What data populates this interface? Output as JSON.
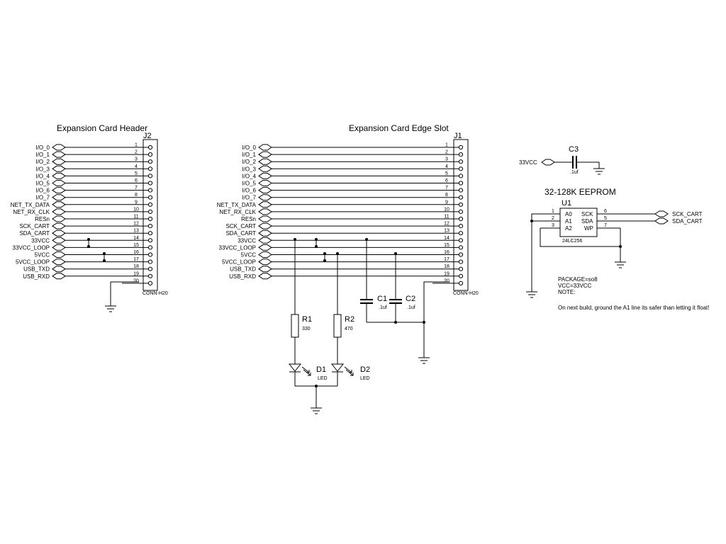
{
  "j2": {
    "header": "Expansion Card Header",
    "ref": "J2",
    "model": "CONN-H20",
    "nets": [
      "I/O_0",
      "I/O_1",
      "I/O_2",
      "I/O_3",
      "I/O_4",
      "I/O_5",
      "I/O_6",
      "I/O_7",
      "NET_TX_DATA",
      "NET_RX_CLK",
      "RESn",
      "SCK_CART",
      "SDA_CART",
      "33VCC",
      "33VCC_LOOP",
      "5VCC",
      "5VCC_LOOP",
      "USB_TXD",
      "USB_RXD"
    ]
  },
  "j1": {
    "header": "Expansion Card Edge Slot",
    "ref": "J1",
    "model": "CONN-H20",
    "nets": [
      "I/O_0",
      "I/O_1",
      "I/O_2",
      "I/O_3",
      "I/O_4",
      "I/O_5",
      "I/O_6",
      "I/O_7",
      "NET_TX_DATA",
      "NET_RX_CLK",
      "RESn",
      "SCK_CART",
      "SDA_CART",
      "33VCC",
      "33VCC_LOOP",
      "5VCC",
      "5VCC_LOOP",
      "USB_TXD",
      "USB_RXD"
    ]
  },
  "pins": [
    "1",
    "2",
    "3",
    "4",
    "5",
    "6",
    "7",
    "8",
    "9",
    "10",
    "11",
    "12",
    "13",
    "14",
    "15",
    "16",
    "17",
    "18",
    "19",
    "20"
  ],
  "r1": {
    "ref": "R1",
    "value": "330"
  },
  "r2": {
    "ref": "R2",
    "value": "470"
  },
  "d1": {
    "ref": "D1",
    "value": "LED"
  },
  "d2": {
    "ref": "D2",
    "value": "LED"
  },
  "c1": {
    "ref": "C1",
    "value": ".1uf"
  },
  "c2": {
    "ref": "C2",
    "value": ".1uf"
  },
  "c3": {
    "ref": "C3",
    "value": ".1uf",
    "net": "33VCC"
  },
  "u1": {
    "title": "32-128K EEPROM",
    "ref": "U1",
    "part": "24LC256",
    "left_pins": [
      {
        "num": "1",
        "name": "A0"
      },
      {
        "num": "2",
        "name": "A1"
      },
      {
        "num": "3",
        "name": "A2"
      }
    ],
    "right_pins": [
      {
        "num": "6",
        "name": "SCK"
      },
      {
        "num": "5",
        "name": "SDA"
      },
      {
        "num": "7",
        "name": "WP"
      }
    ],
    "nets": [
      "SCK_CART",
      "SDA_CART"
    ]
  },
  "notes": {
    "package": "PACKAGE=so8",
    "vcc": "VCC=33VCC",
    "note": "NOTE:",
    "text": "On next build, ground the A1 line its safer than letting it float!"
  }
}
